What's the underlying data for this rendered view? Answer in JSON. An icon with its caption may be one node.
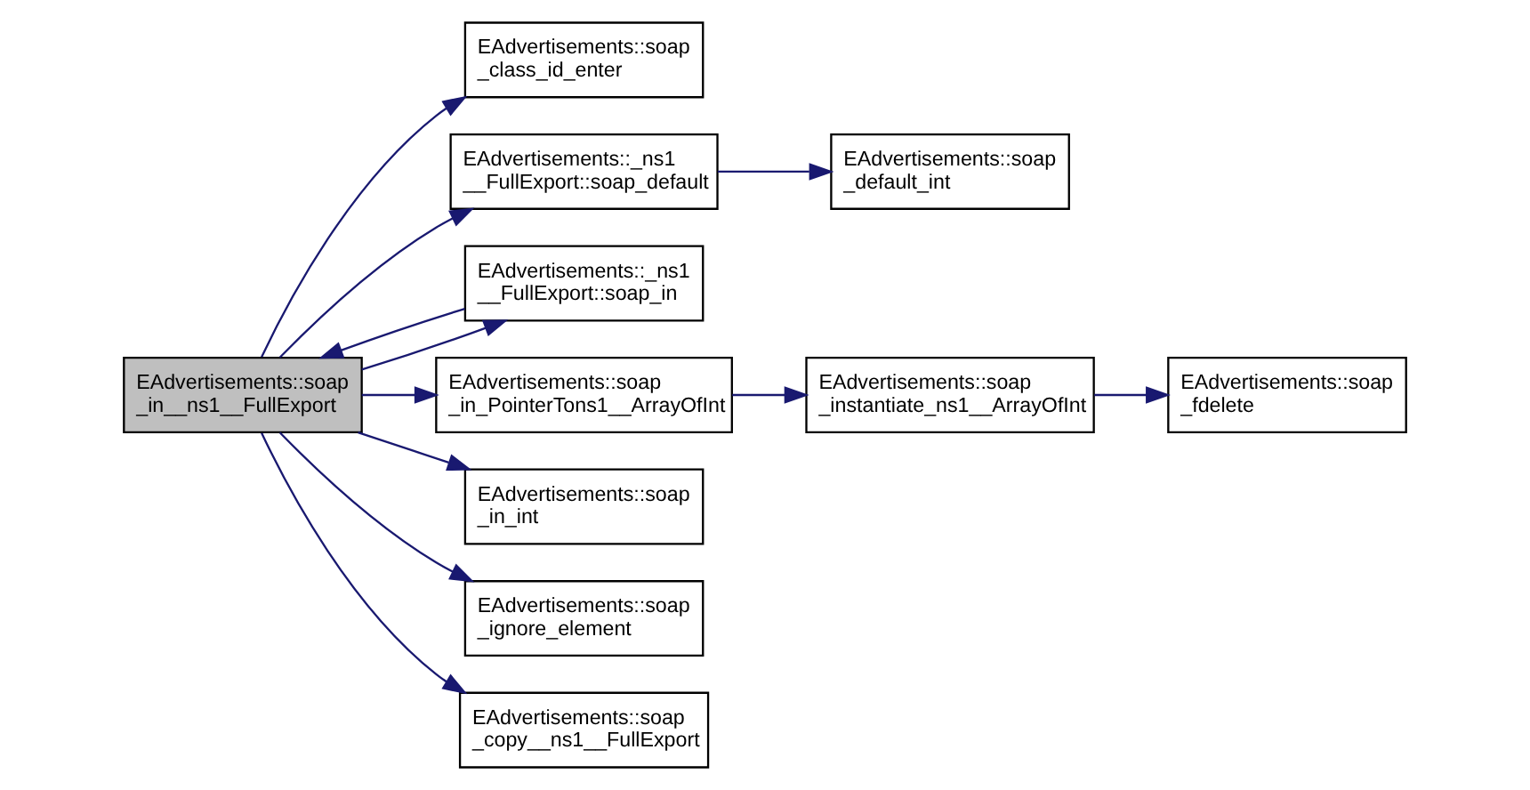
{
  "diagram": {
    "nodes": [
      {
        "text": [
          "EAdvertisements::soap _in__ns1__FullExport"
        ]
      },
      {
        "text": [
          "EAdvertisements::soap _class_id_enter"
        ]
      },
      {
        "text": [
          "EAdvertisements::_ns1 __FullExport::soap_default"
        ]
      },
      {
        "text": [
          "EAdvertisements::soap _default_int"
        ]
      },
      {
        "text": [
          "EAdvertisements::_ns1 __FullExport::soap_in"
        ]
      },
      {
        "text": [
          "EAdvertisements::soap _in_PointerTons1__ArrayOfInt"
        ]
      },
      {
        "text": [
          "EAdvertisements::soap _instantiate_ns1__ArrayOfInt"
        ]
      },
      {
        "text": [
          "EAdvertisements::soap _fdelete"
        ]
      },
      {
        "text": [
          "EAdvertisements::soap _in_int"
        ]
      },
      {
        "text": [
          "EAdvertisements::soap _ignore_element"
        ]
      },
      {
        "text": [
          "EAdvertisements::soap _copy__ns1__FullExport"
        ]
      }
    ],
    "edges": [
      {
        "from": 0,
        "to": 1,
        "arrow": "to"
      },
      {
        "from": 0,
        "to": 2,
        "arrow": "to"
      },
      {
        "from": 2,
        "to": 3,
        "arrow": "to"
      },
      {
        "from": 0,
        "to": 4,
        "arrow": "to"
      },
      {
        "from": 4,
        "to": 0,
        "arrow": "to"
      },
      {
        "from": 0,
        "to": 5,
        "arrow": "to"
      },
      {
        "from": 5,
        "to": 6,
        "arrow": "to"
      },
      {
        "from": 6,
        "to": 7,
        "arrow": "to"
      },
      {
        "from": 0,
        "to": 8,
        "arrow": "to"
      },
      {
        "from": 0,
        "to": 9,
        "arrow": "to"
      },
      {
        "from": 0,
        "to": 10,
        "arrow": "to"
      }
    ]
  }
}
